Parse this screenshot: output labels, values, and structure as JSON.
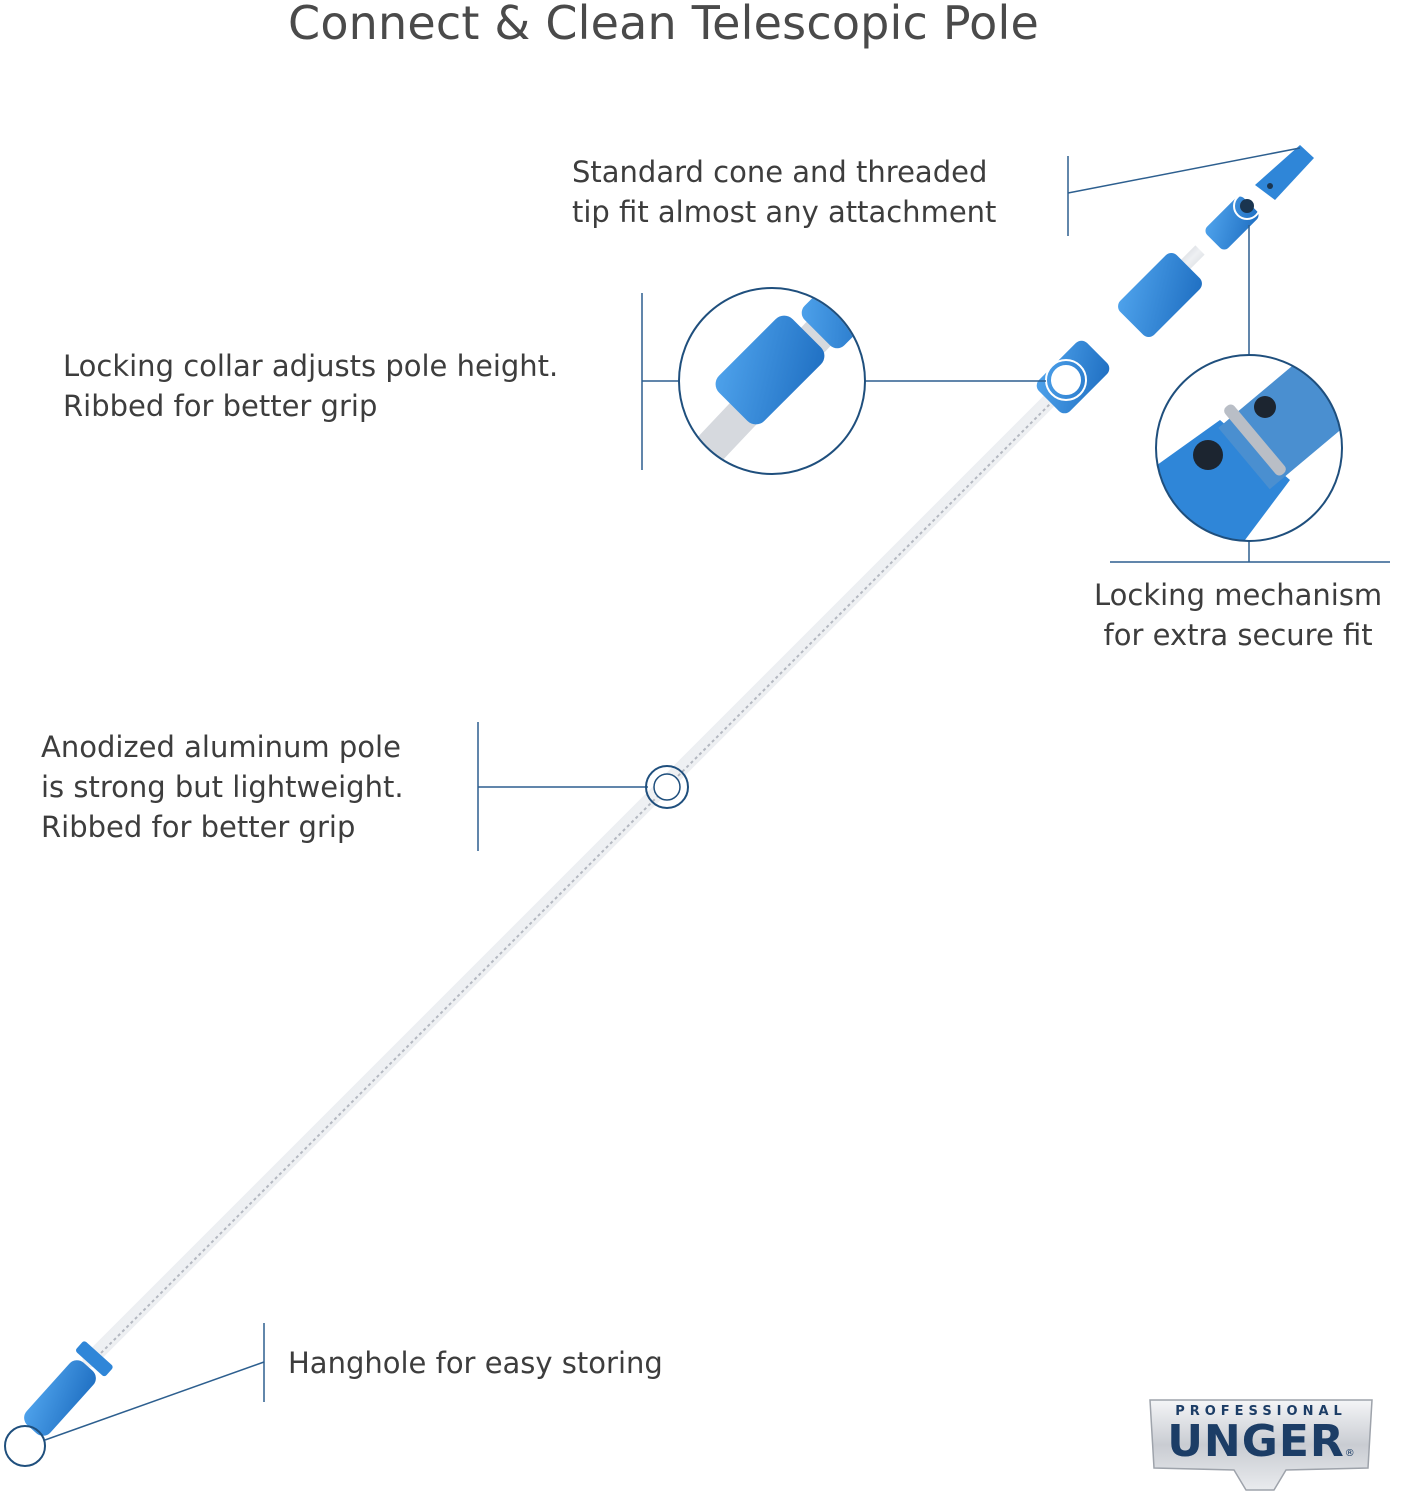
{
  "title": "Connect & Clean Telescopic Pole",
  "callouts": [
    {
      "id": "tip",
      "line1": "Standard cone and threaded",
      "line2": "tip fit almost any attachment"
    },
    {
      "id": "collar",
      "line1": "Locking collar adjusts pole height.",
      "line2": "Ribbed for better grip"
    },
    {
      "id": "lock",
      "line1": "Locking mechanism",
      "line2": "for extra secure fit"
    },
    {
      "id": "pole",
      "line1": "Anodized aluminum pole",
      "line2": "is strong but lightweight.",
      "line3": "Ribbed for better grip"
    },
    {
      "id": "hanghole",
      "line1": "Hanghole for easy storing"
    }
  ],
  "logo": {
    "top": "PROFESSIONAL",
    "brand": "UNGER",
    "mark": "®"
  },
  "colors": {
    "accent_blue": "#2f86d8",
    "line_blue": "#1f4f7d",
    "logo_navy": "#1c3d66",
    "text": "#3d3d3d",
    "pole_silver": "#c8ccd4"
  }
}
